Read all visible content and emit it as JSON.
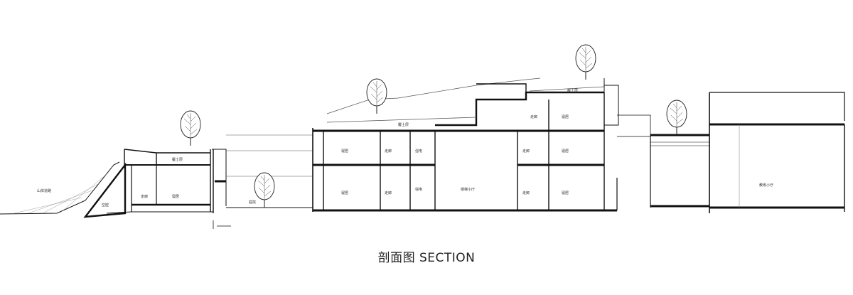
{
  "caption": "剖面图 SECTION",
  "labels": {
    "mountain_path": "山体道路",
    "void": "空腔",
    "corridor": "走廊",
    "bedroom": "寝居",
    "planted_roof": "覆土层",
    "courtyard": "庭院",
    "utility": "强电",
    "staircase_hall": "楼梯小厅",
    "activity_hall": "教练小厅"
  },
  "colors": {
    "line": "#111111",
    "thin": "#555555",
    "bg": "#ffffff"
  },
  "icons": [
    "tree-icon"
  ]
}
